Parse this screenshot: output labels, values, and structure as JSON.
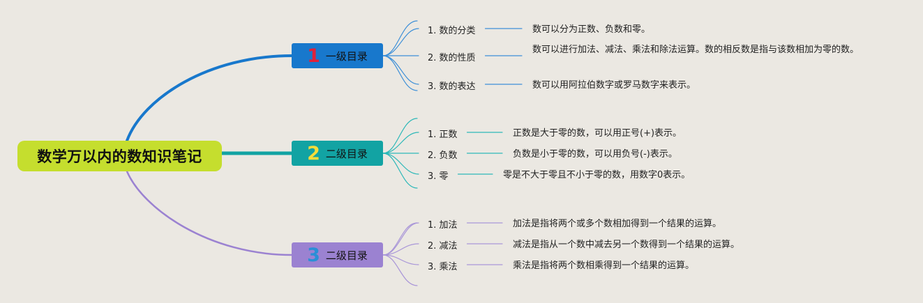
{
  "root": {
    "title": "数学万以内的数知识笔记"
  },
  "branches": [
    {
      "num": "1",
      "label": "一级目录",
      "color": "#1878cc",
      "num_color": "#e0213a",
      "line_color": "#1878cc",
      "leaf_line_color": "#3c8fd8",
      "leaves": [
        {
          "label": "1. 数的分类",
          "desc": "数可以分为正数、负数和零。"
        },
        {
          "label": "2. 数的性质",
          "desc": "数可以进行加法、减法、乘法和除法运算。数的相反数是指与该数相加为零的数。"
        },
        {
          "label": "3. 数的表达",
          "desc": "数可以用阿拉伯数字或罗马数字来表示。"
        }
      ]
    },
    {
      "num": "2",
      "label": "二级目录",
      "color": "#12a3a3",
      "num_color": "#f4dc3a",
      "line_color": "#12a3a3",
      "leaf_line_color": "#2cb8b8",
      "leaves": [
        {
          "label": "1. 正数",
          "desc": "正数是大于零的数，可以用正号(+)表示。"
        },
        {
          "label": "2. 负数",
          "desc": "负数是小于零的数，可以用负号(-)表示。"
        },
        {
          "label": "3. 零",
          "desc": "零是不大于零且不小于零的数，用数字0表示。"
        }
      ]
    },
    {
      "num": "3",
      "label": "二级目录",
      "color": "#9b82d1",
      "num_color": "#2a8fd6",
      "line_color": "#9b82d1",
      "leaf_line_color": "#a996d8",
      "leaves": [
        {
          "label": "1. 加法",
          "desc": "加法是指将两个或多个数相加得到一个结果的运算。"
        },
        {
          "label": "2. 减法",
          "desc": "减法是指从一个数中减去另一个数得到一个结果的运算。"
        },
        {
          "label": "3. 乘法",
          "desc": "乘法是指将两个数相乘得到一个结果的运算。"
        }
      ]
    }
  ]
}
